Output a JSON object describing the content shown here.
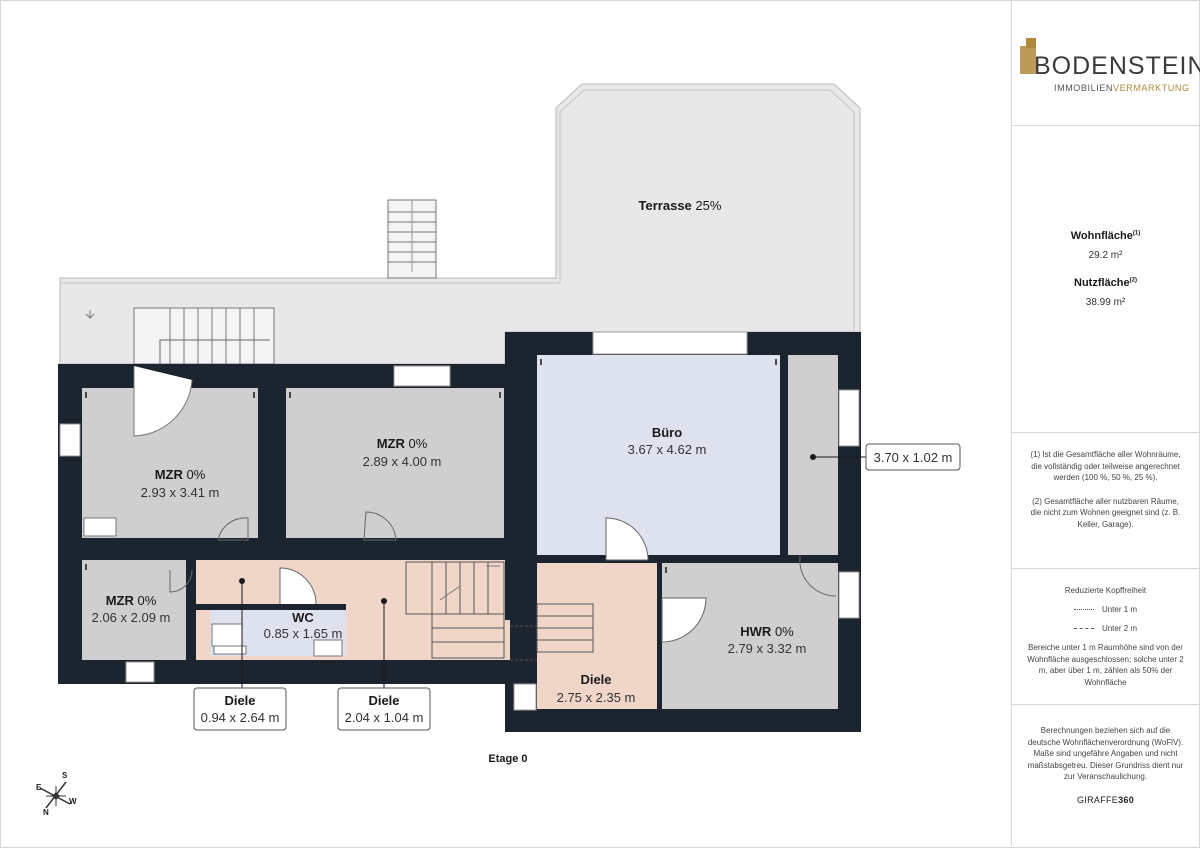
{
  "plan": {
    "floor_label": "Etage 0",
    "rooms": [
      {
        "id": "terrasse",
        "name": "Terrasse",
        "pct": "25%",
        "dims": ""
      },
      {
        "id": "mzr1",
        "name": "MZR",
        "pct": "0%",
        "dims": "2.93 x 3.41 m"
      },
      {
        "id": "mzr2",
        "name": "MZR",
        "pct": "0%",
        "dims": "2.89 x 4.00 m"
      },
      {
        "id": "buero",
        "name": "Büro",
        "pct": "",
        "dims": "3.67 x 4.62 m"
      },
      {
        "id": "mzr3",
        "name": "MZR",
        "pct": "0%",
        "dims": "2.06 x 2.09 m"
      },
      {
        "id": "wc",
        "name": "WC",
        "pct": "",
        "dims": "0.85 x 1.65 m"
      },
      {
        "id": "diele",
        "name": "Diele",
        "pct": "",
        "dims": "2.75 x 2.35 m"
      },
      {
        "id": "hwr",
        "name": "HWR",
        "pct": "0%",
        "dims": "2.79 x 3.32 m"
      }
    ],
    "callouts": [
      {
        "id": "corridor",
        "title": "",
        "dims": "3.70 x 1.02 m"
      },
      {
        "id": "diele-left",
        "title": "Diele",
        "dims": "0.94 x 2.64 m"
      },
      {
        "id": "diele-mid",
        "title": "Diele",
        "dims": "2.04 x 1.04 m"
      }
    ],
    "compass": {
      "n": "N",
      "s": "S",
      "e": "E",
      "w": "W"
    },
    "colors": {
      "wall": "#1c2430",
      "grey_room": "#cfcfcf",
      "terrace": "#e8e8e8",
      "office": "#dde2ee",
      "hall": "#f0d6c9",
      "wc": "#dde2ee"
    }
  },
  "sidebar": {
    "logo_name": "BODENSTEIN",
    "logo_sub_a": "IMMOBILIEN",
    "logo_sub_b": "VERMARKTUNG",
    "logo_color": "#b08a3c",
    "wohnflaeche_label": "Wohnfläche",
    "wohnflaeche_sup": "(1)",
    "wohnflaeche_value": "29.2 m²",
    "nutzflaeche_label": "Nutzfläche",
    "nutzflaeche_sup": "(2)",
    "nutzflaeche_value": "38.99 m²",
    "note1": "(1) Ist die Gesamtfläche aller Wohnräume, die vollständig oder teilweise angerechnet werden (100 %, 50 %, 25 %).",
    "note2": "(2) Gesamtfläche aller nutzbaren Räume, die nicht zum Wohnen geeignet sind (z. B. Keller, Garage).",
    "headroom_title": "Reduzierte Kopffreiheit",
    "headroom_under1": "Unter 1 m",
    "headroom_under2": "Unter 2 m",
    "headroom_note": "Bereiche unter 1 m Raumhöhe sind von der Wohnfläche ausgeschlossen; solche unter 2 m, aber über 1 m, zählen als 50% der Wohnfläche",
    "calc_note": "Berechnungen beziehen sich auf die deutsche Wohnflächenverordnung (WoFlV). Maße sind ungefähre Angaben und nicht maßstabsgetreu. Dieser Grundriss dient nur zur Veranschaulichung.",
    "brand_a": "GIRAFFE",
    "brand_b": "360"
  }
}
